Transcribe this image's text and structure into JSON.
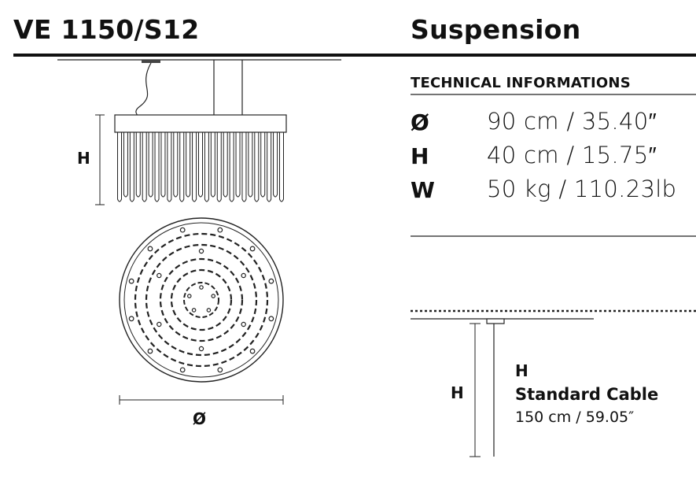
{
  "header": {
    "model": "VE 1150/S12",
    "type": "Suspension"
  },
  "technical": {
    "heading": "TECHNICAL INFORMATIONS",
    "specs": [
      {
        "key": "Ø",
        "value": "90 cm / 35.40″"
      },
      {
        "key": "H",
        "value": "40 cm / 15.75″"
      },
      {
        "key": "W",
        "value": "50 kg / 110.23lb"
      }
    ]
  },
  "drawing": {
    "height_label": "H",
    "diameter_label": "Ø"
  },
  "cable": {
    "height_label": "H",
    "heading": "H",
    "name": "Standard Cable",
    "length": "150 cm / 59.05″"
  }
}
